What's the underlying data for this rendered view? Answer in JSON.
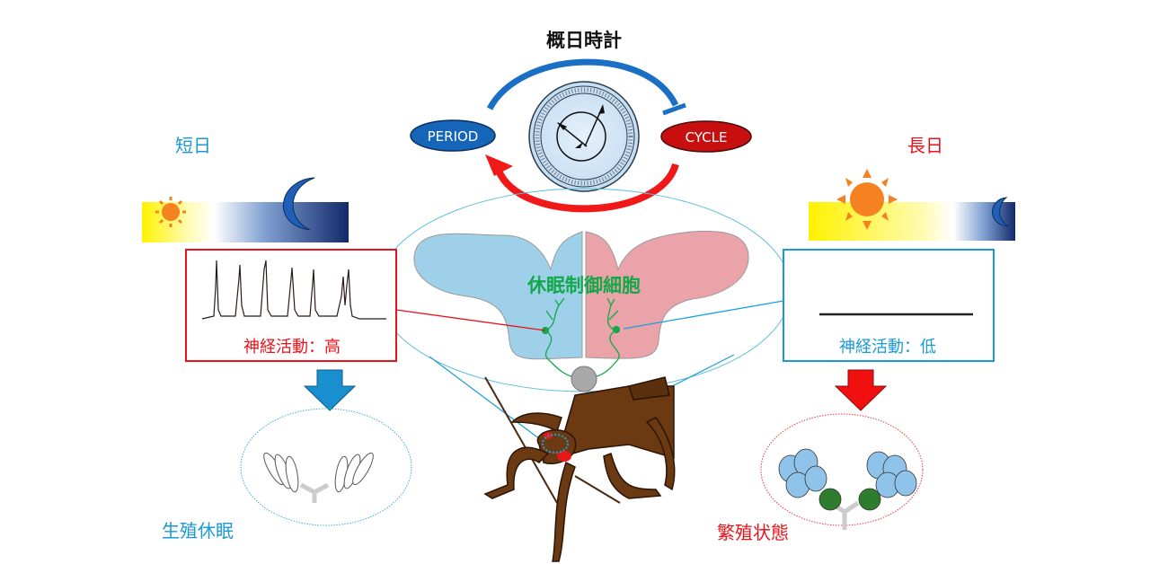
{
  "clock": {
    "title": "概日時計",
    "period_label": "PERIOD",
    "cycle_label": "CYCLE"
  },
  "short_day": {
    "label": "短日",
    "activity_label": "神経活動：高",
    "outcome_label": "生殖休眠"
  },
  "long_day": {
    "label": "長日",
    "activity_label": "神経活動：低",
    "outcome_label": "繁殖状態"
  },
  "brain": {
    "cell_label": "休眠制御細胞"
  },
  "colors": {
    "blue": "#1a9ad6",
    "red": "#e8141b",
    "green": "#13a84a",
    "period": "#1565b8",
    "cycle": "#c80f0f",
    "brown": "#6b3a12"
  }
}
